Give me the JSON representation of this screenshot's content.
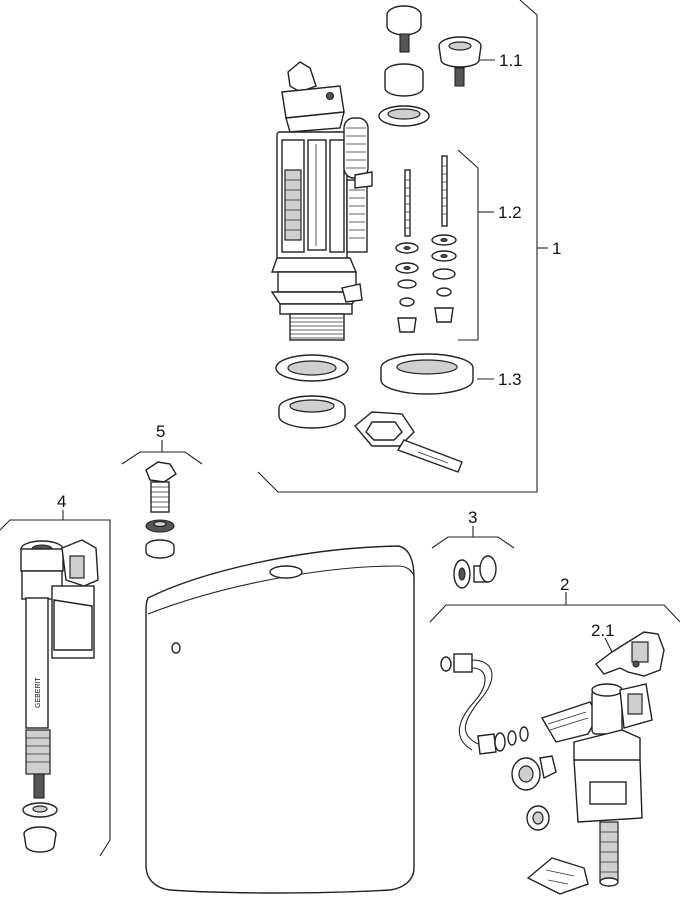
{
  "callouts": {
    "c1": "1",
    "c1_1": "1.1",
    "c1_2": "1.2",
    "c1_3": "1.3",
    "c2": "2",
    "c2_1": "2.1",
    "c3": "3",
    "c4": "4",
    "c5": "5"
  },
  "brand_text": "GEBERIT"
}
